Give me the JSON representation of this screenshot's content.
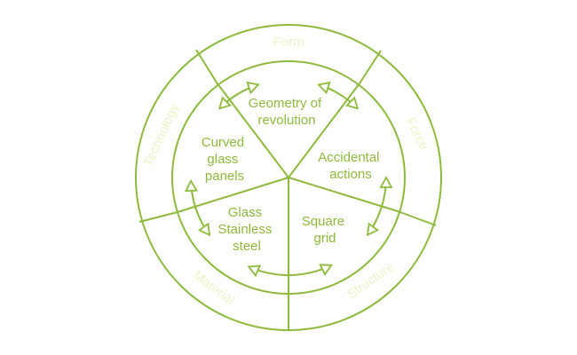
{
  "colors": {
    "accent": "#8dba3c",
    "outer_text": "#eef3c8",
    "background": "#ffffff"
  },
  "outer_ring": {
    "form": "Form",
    "force": "Force",
    "structure": "Structure",
    "material": "Material",
    "technology": "Technology"
  },
  "inner_segments": {
    "geometry": [
      "Geometry of",
      "revolution"
    ],
    "accidental": [
      "Accidental",
      "actions"
    ],
    "square": [
      "Square",
      "grid"
    ],
    "glass": [
      "Glass",
      "Stainless",
      "steel"
    ],
    "curved": [
      "Curved",
      "glass",
      "panels"
    ]
  }
}
